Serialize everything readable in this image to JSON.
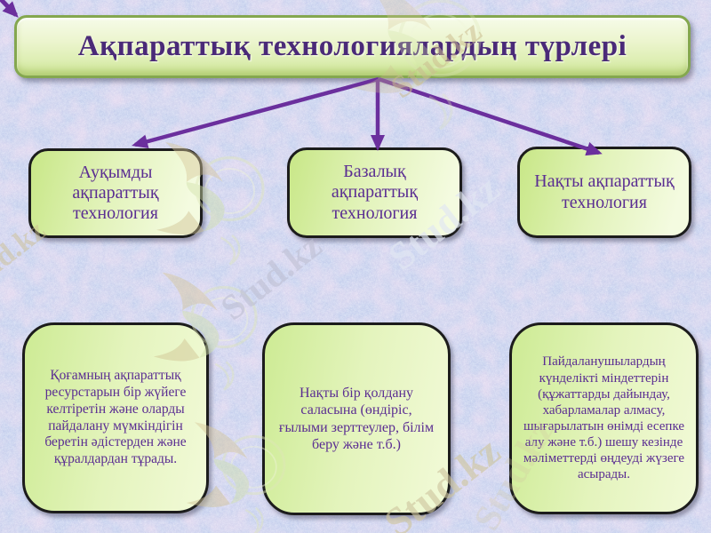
{
  "slide": {
    "title": "Ақпараттық технологиялардың түрлері",
    "types": [
      {
        "label": "Ауқымды ақпараттық технология"
      },
      {
        "label": "Базалық ақпараттық технология"
      },
      {
        "label": "Нақты ақпараттық технология"
      }
    ],
    "descriptions": [
      {
        "text": "Қоғамның ақпараттық ресурстарын бір жүйеге келтіретін және оларды пайдалану мүмкіндігін беретін әдістерден және құралдардан тұрады."
      },
      {
        "text": "Нақты бір қолдану саласына (өндіріс, ғылыми зерттеулер, білім беру және т.б.)"
      },
      {
        "text": "Пайдаланушылардың күнделікті міндеттерін (құжаттарды дайындау, хабарламалар алмасу, шығарылатын өнімді есепке алу және т.б.) шешу кезінде мәліметтерді өңдеуді жүзеге асырады."
      }
    ],
    "watermark": {
      "text": "Stud.kz"
    },
    "colors": {
      "background": "#b7c3e6",
      "arrow": "#6b2f9d",
      "title_text": "#4a2a78",
      "body_text": "#5a2d92",
      "title_border": "#84a74f",
      "box_border": "#1c1c1c",
      "box_fill_light": "#f4fbe0",
      "box_fill_green": "#c8e787"
    }
  }
}
